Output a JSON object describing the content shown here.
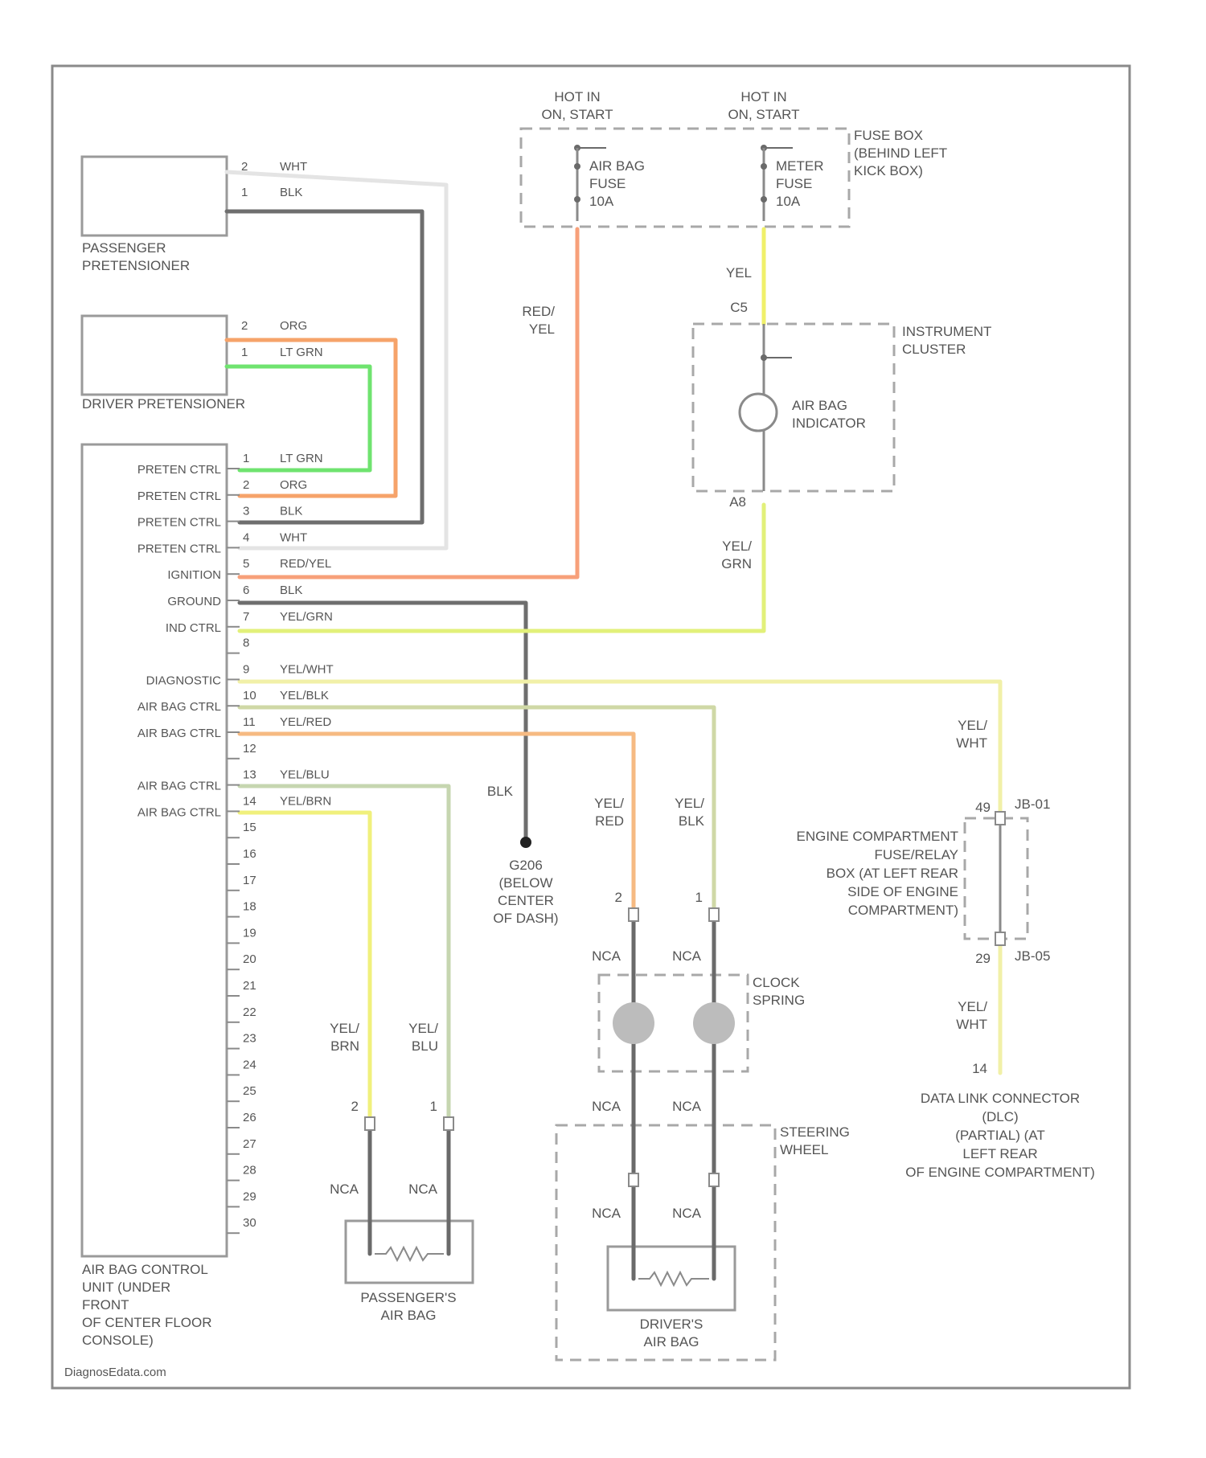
{
  "colors": {
    "WHT": "#e4e4e4",
    "BLK": "#6e6e6e",
    "ORG": "#f6a36a",
    "LT GRN": "#6fe36f",
    "RED/YEL": "#f7a07a",
    "YEL": "#f0f06a",
    "YEL/GRN": "#e2f07a",
    "YEL/WHT": "#f1f0a8",
    "YEL/BLK": "#cfd8a6",
    "YEL/RED": "#f6ba82",
    "YEL/BLU": "#c6d6b0",
    "YEL/BRN": "#f0f07c",
    "NCA": "#6a6a6a"
  },
  "power": [
    {
      "hot_label": "HOT IN\nON, START",
      "fuse_label": "AIR BAG\nFUSE\n10A"
    },
    {
      "hot_label": "HOT IN\nON, START",
      "fuse_label": "METER\nFUSE\n10A"
    }
  ],
  "fuse_box_label": "FUSE BOX\n(BEHIND LEFT\nKICK BOX)",
  "passenger_pretensioner": {
    "label": "PASSENGER\nPRETENSIONER",
    "pins": [
      {
        "pin": "2",
        "wire": "WHT"
      },
      {
        "pin": "1",
        "wire": "BLK"
      }
    ]
  },
  "driver_pretensioner": {
    "label": "DRIVER PRETENSIONER",
    "pins": [
      {
        "pin": "2",
        "wire": "ORG"
      },
      {
        "pin": "1",
        "wire": "LT GRN"
      }
    ]
  },
  "acu": {
    "label": "AIR BAG CONTROL\nUNIT (UNDER\nFRONT\nOF CENTER FLOOR\nCONSOLE)",
    "pins": [
      {
        "n": "1",
        "name": "PRETEN CTRL",
        "wire": "LT GRN"
      },
      {
        "n": "2",
        "name": "PRETEN CTRL",
        "wire": "ORG"
      },
      {
        "n": "3",
        "name": "PRETEN CTRL",
        "wire": "BLK"
      },
      {
        "n": "4",
        "name": "PRETEN CTRL",
        "wire": "WHT"
      },
      {
        "n": "5",
        "name": "IGNITION",
        "wire": "RED/YEL"
      },
      {
        "n": "6",
        "name": "GROUND",
        "wire": "BLK"
      },
      {
        "n": "7",
        "name": "IND CTRL",
        "wire": "YEL/GRN"
      },
      {
        "n": "8",
        "name": "",
        "wire": ""
      },
      {
        "n": "9",
        "name": "DIAGNOSTIC",
        "wire": "YEL/WHT"
      },
      {
        "n": "10",
        "name": "AIR BAG CTRL",
        "wire": "YEL/BLK"
      },
      {
        "n": "11",
        "name": "AIR BAG CTRL",
        "wire": "YEL/RED"
      },
      {
        "n": "12",
        "name": "",
        "wire": ""
      },
      {
        "n": "13",
        "name": "AIR BAG CTRL",
        "wire": "YEL/BLU"
      },
      {
        "n": "14",
        "name": "AIR BAG CTRL",
        "wire": "YEL/BRN"
      },
      {
        "n": "15",
        "name": "",
        "wire": ""
      },
      {
        "n": "16",
        "name": "",
        "wire": ""
      },
      {
        "n": "17",
        "name": "",
        "wire": ""
      },
      {
        "n": "18",
        "name": "",
        "wire": ""
      },
      {
        "n": "19",
        "name": "",
        "wire": ""
      },
      {
        "n": "20",
        "name": "",
        "wire": ""
      },
      {
        "n": "21",
        "name": "",
        "wire": ""
      },
      {
        "n": "22",
        "name": "",
        "wire": ""
      },
      {
        "n": "23",
        "name": "",
        "wire": ""
      },
      {
        "n": "24",
        "name": "",
        "wire": ""
      },
      {
        "n": "25",
        "name": "",
        "wire": ""
      },
      {
        "n": "26",
        "name": "",
        "wire": ""
      },
      {
        "n": "27",
        "name": "",
        "wire": ""
      },
      {
        "n": "28",
        "name": "",
        "wire": ""
      },
      {
        "n": "29",
        "name": "",
        "wire": ""
      },
      {
        "n": "30",
        "name": "",
        "wire": ""
      }
    ]
  },
  "instrument_cluster": {
    "label": "INSTRUMENT\nCLUSTER",
    "indicator_label": "AIR BAG\nINDICATOR",
    "connector_top": "C5",
    "connector_bottom": "A8",
    "wire_in": "YEL",
    "wire_out": "YEL/\nGRN"
  },
  "ignition_wire_label": "RED/\nYEL",
  "ground": {
    "label": "G206\n(BELOW\nCENTER\nOF DASH)",
    "wire": "BLK"
  },
  "fuse_relay_box": {
    "label": "ENGINE COMPARTMENT\nFUSE/RELAY\nBOX (AT LEFT REAR\nSIDE OF ENGINE\nCOMPARTMENT)",
    "top_pin": "49",
    "top_conn": "JB-01",
    "bottom_pin": "29",
    "bottom_conn": "JB-05"
  },
  "dlc": {
    "label": "DATA LINK CONNECTOR\n(DLC)\n(PARTIAL) (AT\nLEFT REAR\nOF ENGINE COMPARTMENT)",
    "pin": "14"
  },
  "dlc_wire_top": "YEL/\nWHT",
  "dlc_wire_bottom": "YEL/\nWHT",
  "clock_spring_label": "CLOCK\nSPRING",
  "steering_wheel_label": "STEERING\nWHEEL",
  "driver_airbag": {
    "label": "DRIVER'S\nAIR BAG",
    "wire_left": "YEL/\nRED",
    "wire_right": "YEL/\nBLK",
    "pin_left": "2",
    "pin_right": "1",
    "nca": "NCA"
  },
  "passenger_airbag": {
    "label": "PASSENGER'S\nAIR BAG",
    "wire_left": "YEL/\nBRN",
    "wire_right": "YEL/\nBLU",
    "pin_left": "2",
    "pin_right": "1",
    "nca": "NCA"
  },
  "watermark": "DiagnosEdata.com"
}
